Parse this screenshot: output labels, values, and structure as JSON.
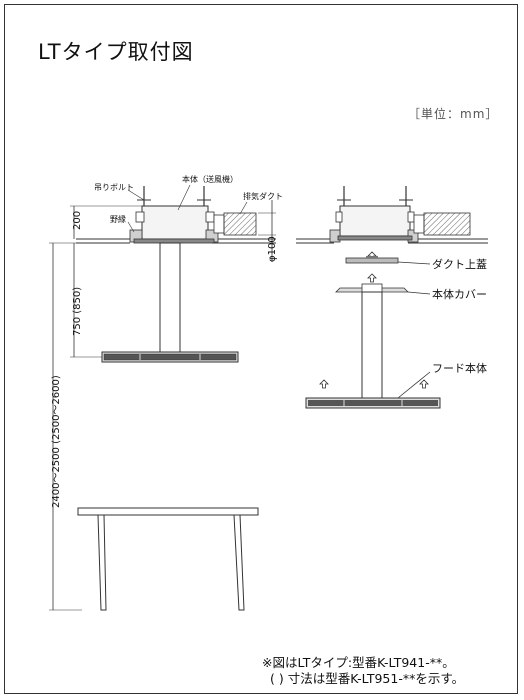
{
  "title": "LTタイプ取付図",
  "unit": "［単位：mm］",
  "left_diagram": {
    "labels": {
      "bolt": "吊りボルト",
      "body": "本体（送風機）",
      "duct": "排気ダクト",
      "nobuchi": "野縁"
    },
    "dimensions": {
      "h200": "200",
      "dia100": "φ100",
      "h750": "750 (850)",
      "h2400": "2400〜2500 (2500〜2600)"
    }
  },
  "right_diagram": {
    "labels": {
      "duct_lid": "ダクト上蓋",
      "body_cover": "本体カバー",
      "hood_body": "フード本体"
    }
  },
  "notes": {
    "line1": "※図はLTタイプ:型番K-LT941-**。",
    "line2": "( ) 寸法は型番K-LT951-**を示す。"
  }
}
